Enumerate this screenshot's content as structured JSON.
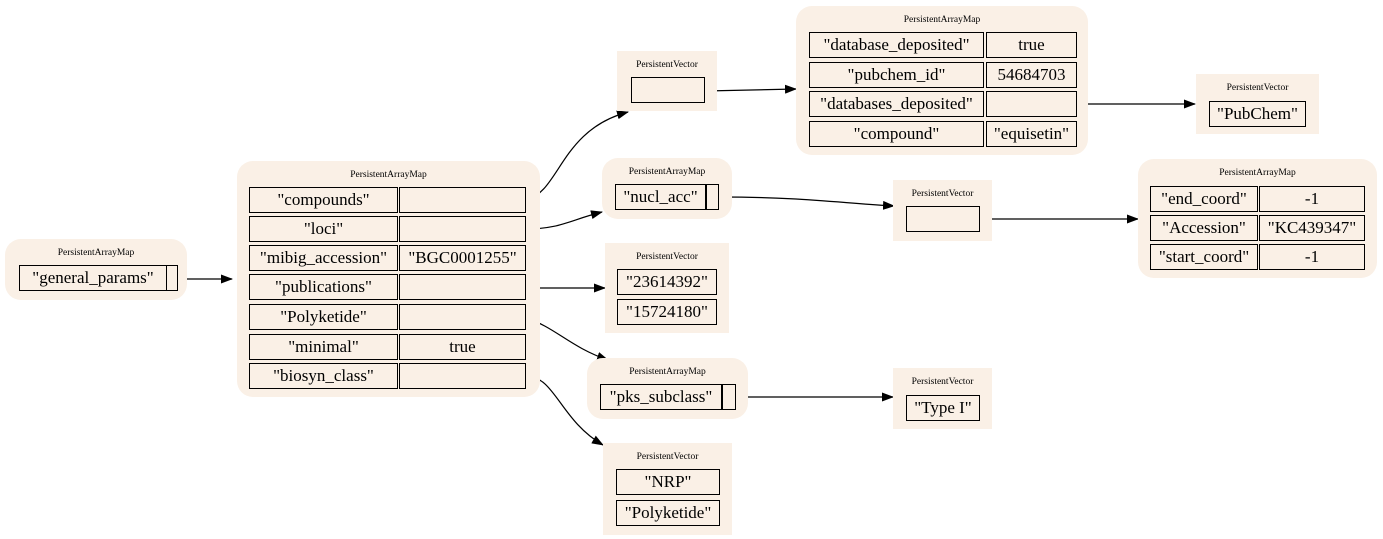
{
  "diagram": {
    "root": {
      "title": "PersistentArrayMap",
      "keys": [
        "\"general_params\""
      ]
    },
    "general_params": {
      "title": "PersistentArrayMap",
      "rows": [
        {
          "key": "\"compounds\"",
          "value": ""
        },
        {
          "key": "\"loci\"",
          "value": ""
        },
        {
          "key": "\"mibig_accession\"",
          "value": "\"BGC0001255\""
        },
        {
          "key": "\"publications\"",
          "value": ""
        },
        {
          "key": "\"Polyketide\"",
          "value": ""
        },
        {
          "key": "\"minimal\"",
          "value": "true"
        },
        {
          "key": "\"biosyn_class\"",
          "value": ""
        }
      ]
    },
    "compounds_vector": {
      "title": "PersistentVector",
      "items": [
        ""
      ]
    },
    "compound_map": {
      "title": "PersistentArrayMap",
      "rows": [
        {
          "key": "\"database_deposited\"",
          "value": "true"
        },
        {
          "key": "\"pubchem_id\"",
          "value": "54684703"
        },
        {
          "key": "\"databases_deposited\"",
          "value": ""
        },
        {
          "key": "\"compound\"",
          "value": "\"equisetin\""
        }
      ]
    },
    "databases_vector": {
      "title": "PersistentVector",
      "items": [
        "\"PubChem\""
      ]
    },
    "loci_map": {
      "title": "PersistentArrayMap",
      "keys": [
        "\"nucl_acc\""
      ]
    },
    "nucl_acc_vector": {
      "title": "PersistentVector",
      "items": [
        ""
      ]
    },
    "accession_map": {
      "title": "PersistentArrayMap",
      "rows": [
        {
          "key": "\"end_coord\"",
          "value": "-1"
        },
        {
          "key": "\"Accession\"",
          "value": "\"KC439347\""
        },
        {
          "key": "\"start_coord\"",
          "value": "-1"
        }
      ]
    },
    "publications_vector": {
      "title": "PersistentVector",
      "items": [
        "\"23614392\"",
        "\"15724180\""
      ]
    },
    "polyketide_map": {
      "title": "PersistentArrayMap",
      "keys": [
        "\"pks_subclass\""
      ]
    },
    "pks_vector": {
      "title": "PersistentVector",
      "items": [
        "\"Type I\""
      ]
    },
    "biosyn_vector": {
      "title": "PersistentVector",
      "items": [
        "\"NRP\"",
        "\"Polyketide\""
      ]
    }
  },
  "colors": {
    "node_fill": "#faf0e6",
    "stroke": "#000000",
    "background": "#ffffff"
  }
}
